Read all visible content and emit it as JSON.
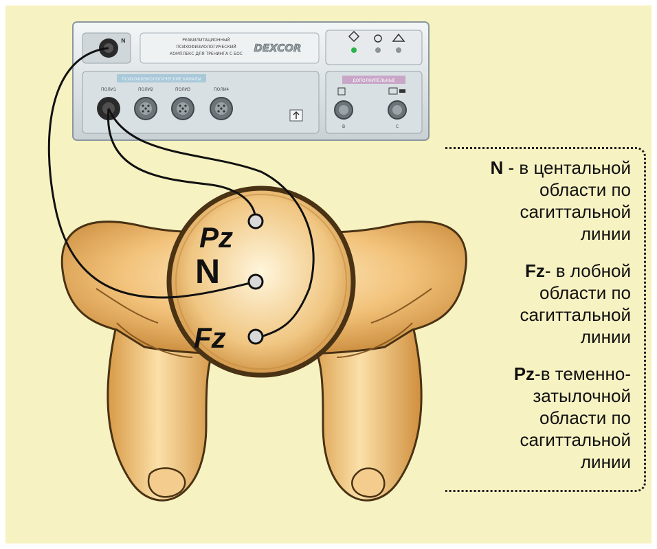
{
  "device": {
    "brand_logo": "DEXCOR",
    "title_lines": [
      "РЕАБИЛИТАЦИОННЫЙ",
      "ПСИХОФИЗИОЛОГИЧЕСКИЙ",
      "КОМПЛЕКС ДЛЯ ТРЕНИНГА С БОС"
    ],
    "channels_header": "ПСИХОФИЗИОЛОГИЧЕСКИЕ КАНАЛЫ",
    "channel_labels": [
      "ПОЛИ1",
      "ПОЛИ2",
      "ПОЛИ3",
      "ПОЛИ4"
    ],
    "neutral_label": "N",
    "extra_header": "ДОПОЛНИТЕЛЬНЫЕ",
    "extra_labels": [
      "B",
      "C"
    ]
  },
  "electrodes": {
    "pz": "Pz",
    "n": "N",
    "fz": "Fz"
  },
  "legend": {
    "items": [
      {
        "key": "N",
        "text": " - в центальной\nобласти по\nсагиттальной\nлинии"
      },
      {
        "key": "Fz",
        "text": "- в лобной\nобласти по\nсагиттальной\nлинии"
      },
      {
        "key": "Pz",
        "text": "-в теменно-\nзатылочной\nобласти по\nсагиттальной\nлинии"
      }
    ]
  },
  "colors": {
    "background": "#f7f2c2",
    "skin": "#f2c27a",
    "skin_shadow": "#c8893a",
    "outline": "#4a3214",
    "device": "#dde3e6",
    "cable": "#111111"
  }
}
